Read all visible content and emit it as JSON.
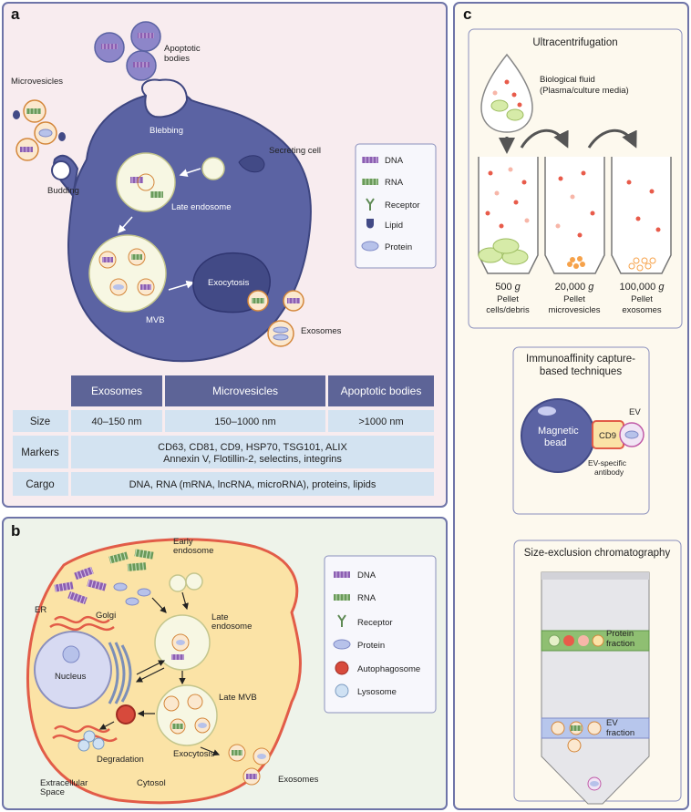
{
  "panel_a": {
    "letter": "a",
    "apoptotic_bodies": "Apoptotic\nbodies",
    "microvesicles": "Microvesicles",
    "budding": "Budding",
    "blebbing": "Blebbing",
    "secreting_cell": "Secreting cell",
    "late_endosome": "Late endosome",
    "mvb": "MVB",
    "exocytosis": "Exocytosis",
    "exosomes": "Exosomes",
    "legend": [
      "DNA",
      "RNA",
      "Receptor",
      "Lipid",
      "Protein"
    ],
    "table": {
      "headers": [
        "Exosomes",
        "Microvesicles",
        "Apoptotic bodies"
      ],
      "rows": [
        {
          "label": "Size",
          "cells": [
            "40–150 nm",
            "150–1000 nm",
            ">1000 nm"
          ]
        },
        {
          "label": "Markers",
          "merged": "CD63, CD81, CD9, HSP70, TSG101, ALIX\nAnnexin V, Flotillin-2, selectins, integrins"
        },
        {
          "label": "Cargo",
          "merged": "DNA, RNA (mRNA, lncRNA, microRNA), proteins, lipids"
        }
      ]
    }
  },
  "panel_b": {
    "letter": "b",
    "early_endosome": "Early\nendosome",
    "late_endosome": "Late\nendosome",
    "er": "ER",
    "golgi": "Golgi",
    "nucleus": "Nucleus",
    "late_mvb": "Late MVB",
    "degradation": "Degradation",
    "exocytosis": "Exocytosis",
    "exosomes": "Exosomes",
    "extracellular": "Extracellular\nSpace",
    "cytosol": "Cytosol",
    "legend": [
      "DNA",
      "RNA",
      "Receptor",
      "Protein",
      "Autophagosome",
      "Lysosome"
    ]
  },
  "panel_c": {
    "letter": "c",
    "ultra_title": "Ultracentrifugation",
    "bio_fluid": "Biological fluid\n(Plasma/culture media)",
    "tubes": [
      {
        "speed": "500",
        "g": "g",
        "line2": "Pellet",
        "line3": "cells/debris"
      },
      {
        "speed": "20,000",
        "g": "g",
        "line2": "Pellet",
        "line3": "microvesicles"
      },
      {
        "speed": "100,000",
        "g": "g",
        "line2": "Pellet",
        "line3": "exosomes"
      }
    ],
    "immuno_title": "Immunoaffinity capture-\nbased techniques",
    "magnetic_bead": "Magnetic\nbead",
    "cd9": "CD9",
    "ev": "EV",
    "ev_antibody": "EV-specific\nantibody",
    "sec_title": "Size-exclusion chromatography",
    "protein_fraction": "Protein\nfraction",
    "ev_fraction": "EV\nfraction"
  },
  "colors": {
    "cell_blue": "#5b63a3",
    "cell_dark": "#424a86",
    "panel_a_bg": "#f8ecef",
    "panel_b_bg": "#eef3ea",
    "panel_c_bg": "#fdf9ee",
    "frame": "#6e74a8",
    "cytosol": "#fbe3a6",
    "table_header": "#5d6497",
    "table_cell": "#d3e3f1"
  }
}
